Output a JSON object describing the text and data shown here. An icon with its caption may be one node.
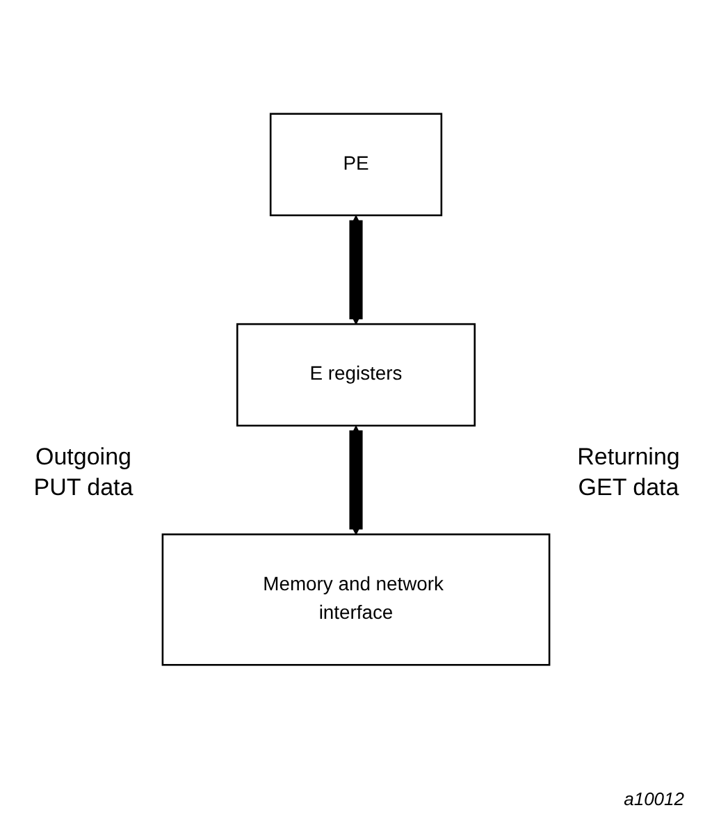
{
  "diagram": {
    "nodes": [
      {
        "text": [
          "PE"
        ]
      },
      {
        "text": [
          "E registers"
        ]
      },
      {
        "text": [
          "Memory and network interface"
        ]
      }
    ],
    "edges": [
      {
        "from": 0,
        "to": 1,
        "arrow": "both"
      },
      {
        "from": 1,
        "to": 2,
        "arrow": "both"
      }
    ],
    "labels": [
      "Outgoing PUT data",
      "Returning GET data",
      "a10012"
    ]
  }
}
